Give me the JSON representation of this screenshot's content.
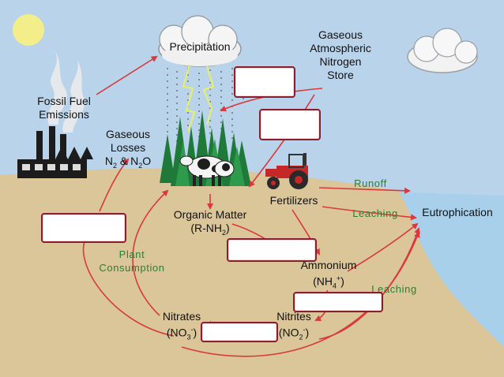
{
  "labels": {
    "precipitation": "Precipitation",
    "atm_line1": "Gaseous",
    "atm_line2": "Atmospheric",
    "atm_line3": "Nitrogen",
    "atm_line4": "Store",
    "fossil_line1": "Fossil Fuel",
    "fossil_line2": "Emissions",
    "gl_line1": "Gaseous",
    "gl_line2": "Losses",
    "gl_n2": "N",
    "gl_sub2a": "2",
    "gl_amp": " & N",
    "gl_sub2b": "2",
    "gl_o": "O",
    "runoff": "Runoff",
    "fertilizers": "Fertilizers",
    "leaching": "Leaching",
    "eutrophication": "Eutrophication",
    "organic": "Organic Matter",
    "rnh_open": "(R-NH",
    "rnh_sub": "2",
    "rnh_close": ")",
    "plant_line1": "Plant",
    "plant_line2": "Consumption",
    "ammonium": "Ammonium",
    "nh4_open": "(NH",
    "nh4_sub": "4",
    "nh4_sup": "+",
    "nh4_close": ")",
    "leaching2": "Leaching",
    "nitrates": "Nitrates",
    "no3_open": "(NO",
    "no3_sub": "3",
    "no3_sup": "-",
    "no3_close": ")",
    "nitrites": "Nitrites",
    "no2_open": "(NO",
    "no2_sub": "2",
    "no2_sup": "-",
    "no2_close": ")"
  },
  "colors": {
    "sky": "#b9d3ea",
    "soil": "#dbc699",
    "water": "#a8d0ea",
    "arrow": "#d8393d",
    "blank_border": "#8a1e2c",
    "label_green": "#2f7d32",
    "tractor": "#c62828"
  },
  "icons": [
    "sun-icon",
    "cloud-icon",
    "rain-icon",
    "lightning-icon",
    "factory-icon",
    "smoke-icon",
    "forest-icon",
    "cow-icon",
    "tractor-icon"
  ]
}
